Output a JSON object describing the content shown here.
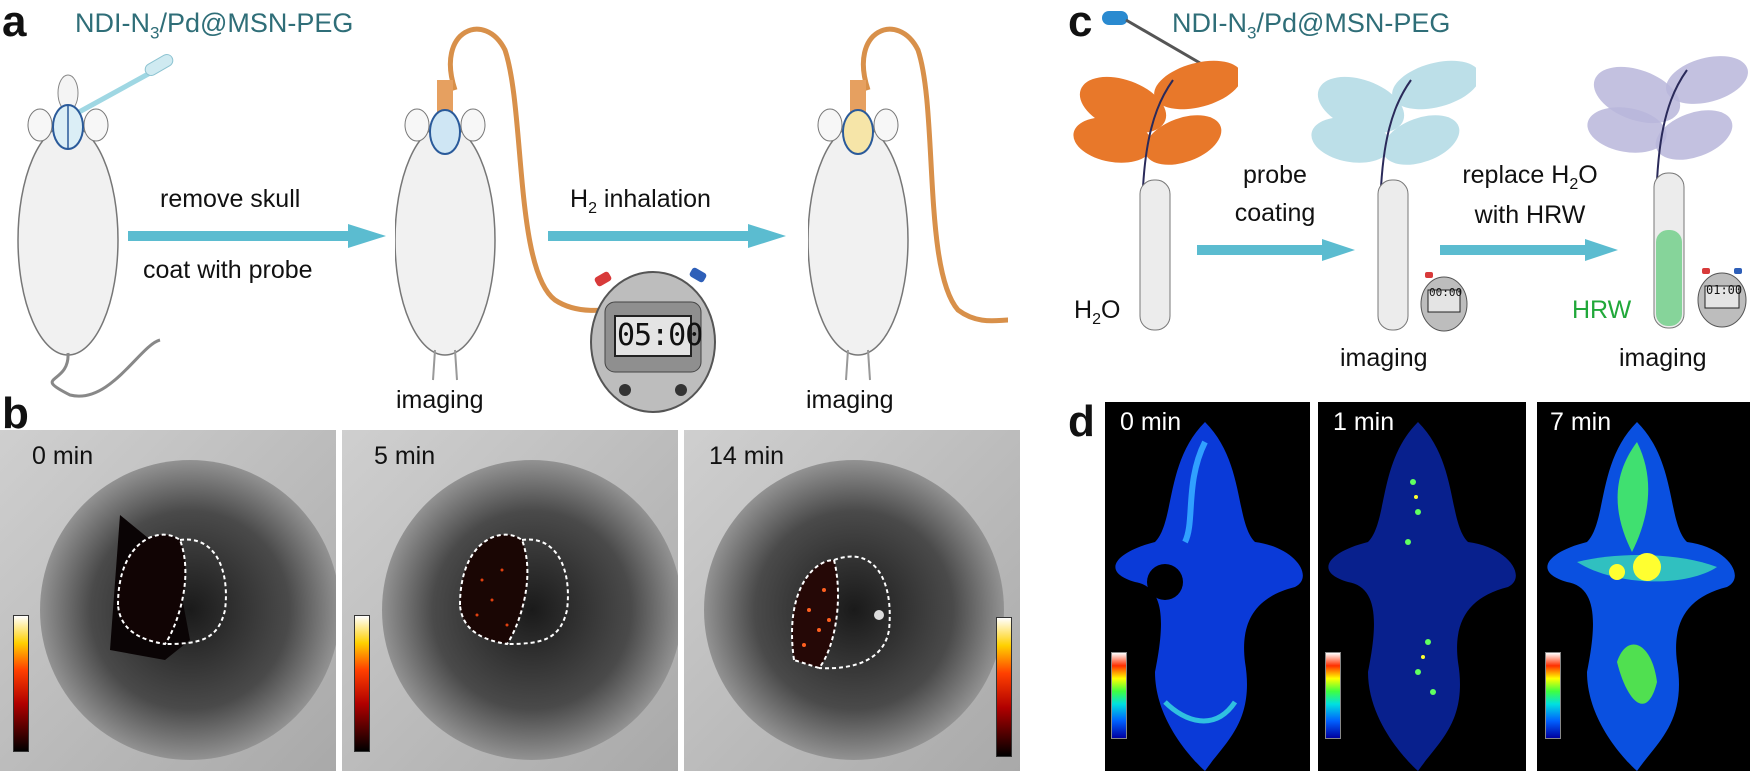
{
  "panels": {
    "a": "a",
    "b": "b",
    "c": "c",
    "d": "d"
  },
  "probe_label": "NDI-N3/Pd@MSN-PEG",
  "probe_label_parts": {
    "main": "NDI-N",
    "sub": "3",
    "rest": "/Pd@MSN-PEG"
  },
  "panel_a": {
    "step1_top": "remove skull",
    "step1_bottom": "coat with probe",
    "step2_main": "H",
    "step2_sub": "2",
    "step2_rest": " inhalation",
    "imaging_1": "imaging",
    "imaging_2": "imaging",
    "stopwatch": "05:00"
  },
  "panel_b": {
    "times": [
      "0 min",
      "5 min",
      "14 min"
    ]
  },
  "panel_c": {
    "h2o_main": "H",
    "h2o_sub": "2",
    "h2o_rest": "O",
    "step1_top": "probe",
    "step1_bottom": "coating",
    "step2_top_main": "replace H",
    "step2_top_sub": "2",
    "step2_top_rest": "O",
    "step2_bottom": "with HRW",
    "hrw": "HRW",
    "imaging_1": "imaging",
    "imaging_2": "imaging",
    "stopwatch_1": "00:00",
    "stopwatch_2": "01:00"
  },
  "panel_d": {
    "times": [
      "0 min",
      "1 min",
      "7 min"
    ]
  },
  "colors": {
    "probe_label": "#2f6e78",
    "arrow": "#5bbcd0",
    "tube_cable": "#d8904a",
    "leaf_orange": "#e8782a",
    "leaf_blue": "#bcdfe8",
    "leaf_purple": "#b9b6da",
    "hrw_green": "#21a83a"
  }
}
